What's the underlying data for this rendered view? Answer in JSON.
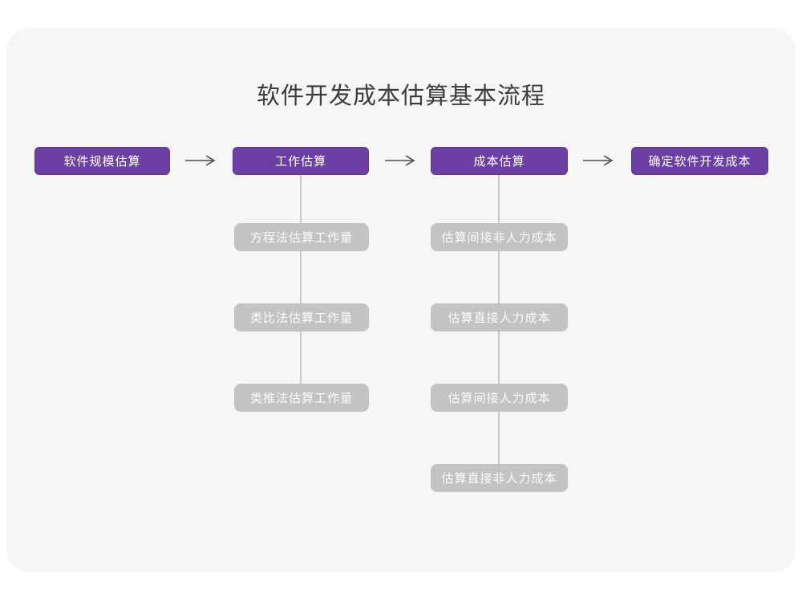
{
  "title": "软件开发成本估算基本流程",
  "colors": {
    "page_background": "#ffffff",
    "card_background": "#f6f6f7",
    "primary_node": "#6c3fa4",
    "secondary_node": "#c3c3c3",
    "connector_line": "#c7c7c7",
    "arrow": "#4b4b4b",
    "title_text": "#3c3c3c",
    "node_text": "#ffffff"
  },
  "icons": {
    "flow_arrow": "right-arrow"
  },
  "flow": {
    "main_steps": [
      {
        "label": "软件规模估算"
      },
      {
        "label": "工作估算",
        "children": [
          "方程法估算工作量",
          "类比法估算工作量",
          "类推法估算工作量"
        ]
      },
      {
        "label": "成本估算",
        "children": [
          "估算间接非人力成本",
          "估算直接人力成本",
          "估算间接人力成本",
          "估算直接非人力成本"
        ]
      },
      {
        "label": "确定软件开发成本"
      }
    ]
  }
}
